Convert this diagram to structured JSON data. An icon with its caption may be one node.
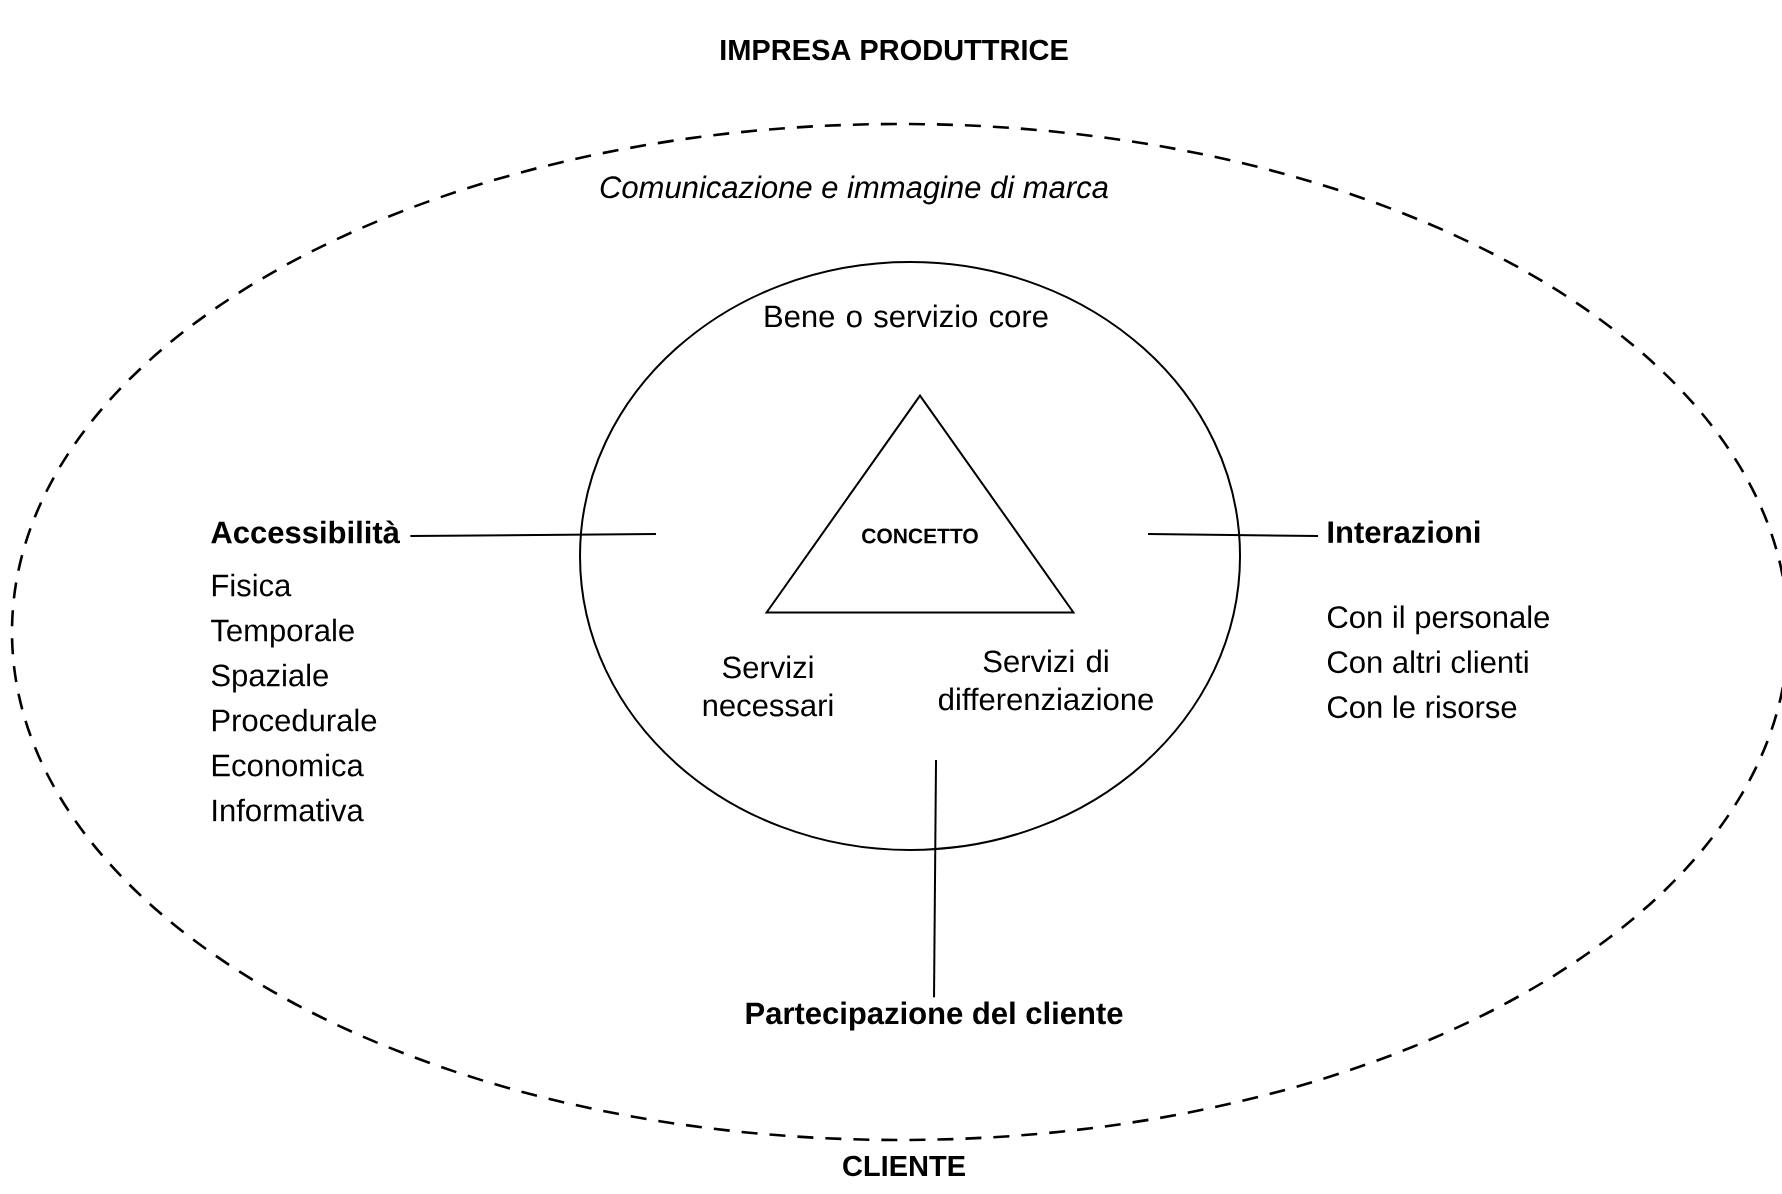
{
  "diagram": {
    "nodes": [
      {
        "text": [
          "Comunicazione e immagine di marca"
        ]
      },
      {
        "text": [
          "Bene o servizio core",
          "Servizi necessari",
          "Servizi di differenziazione"
        ],
        "in": 0
      },
      {
        "text": [
          "CONCETTO"
        ],
        "in": 1
      },
      {
        "text": [
          "Accessibilità",
          "Fisica",
          "Temporale",
          "Spaziale",
          "Procedurale",
          "Economica",
          "Informativa"
        ],
        "in": 0
      },
      {
        "text": [
          "Interazioni",
          "Con il personale",
          "Con altri clienti",
          "Con le risorse"
        ],
        "in": 0
      },
      {
        "text": [
          "Partecipazione del cliente"
        ],
        "in": 0
      }
    ],
    "edges": [
      {
        "from": 3,
        "to": 1,
        "arrow": "none"
      },
      {
        "from": 4,
        "to": 1,
        "arrow": "none"
      },
      {
        "from": 5,
        "to": 1,
        "arrow": "none"
      }
    ],
    "labels": [
      "IMPRESA PRODUTTRICE",
      "CLIENTE"
    ]
  }
}
